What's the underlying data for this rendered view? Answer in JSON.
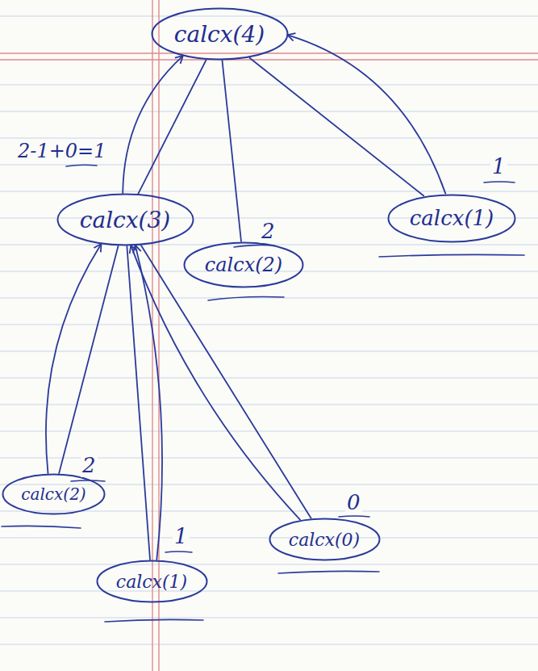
{
  "diagram": {
    "nodes": [
      {
        "text": [
          "calcx(4)"
        ]
      },
      {
        "text": [
          "calcx(3)"
        ]
      },
      {
        "text": [
          "calcx(2)"
        ]
      },
      {
        "text": [
          "calcx(1)"
        ]
      },
      {
        "text": [
          "calcx(2)"
        ]
      },
      {
        "text": [
          "calcx(1)"
        ]
      },
      {
        "text": [
          "calcx(0)"
        ]
      }
    ],
    "edges": [
      {
        "from": 0,
        "to": 1,
        "arrow": "none"
      },
      {
        "from": 0,
        "to": 2,
        "arrow": "none"
      },
      {
        "from": 0,
        "to": 3,
        "arrow": "none"
      },
      {
        "from": 1,
        "to": 4,
        "arrow": "none"
      },
      {
        "from": 1,
        "to": 5,
        "arrow": "none"
      },
      {
        "from": 1,
        "to": 6,
        "arrow": "none"
      },
      {
        "from": 3,
        "to": 0,
        "arrow": "to"
      },
      {
        "from": 1,
        "to": 0,
        "arrow": "to"
      },
      {
        "from": 4,
        "to": 1,
        "arrow": "to"
      },
      {
        "from": 5,
        "to": 1,
        "arrow": "to"
      },
      {
        "from": 6,
        "to": 1,
        "arrow": "to"
      }
    ],
    "labels": [
      "2-1+0=1",
      "2",
      "1",
      "2",
      "1",
      "0"
    ]
  }
}
